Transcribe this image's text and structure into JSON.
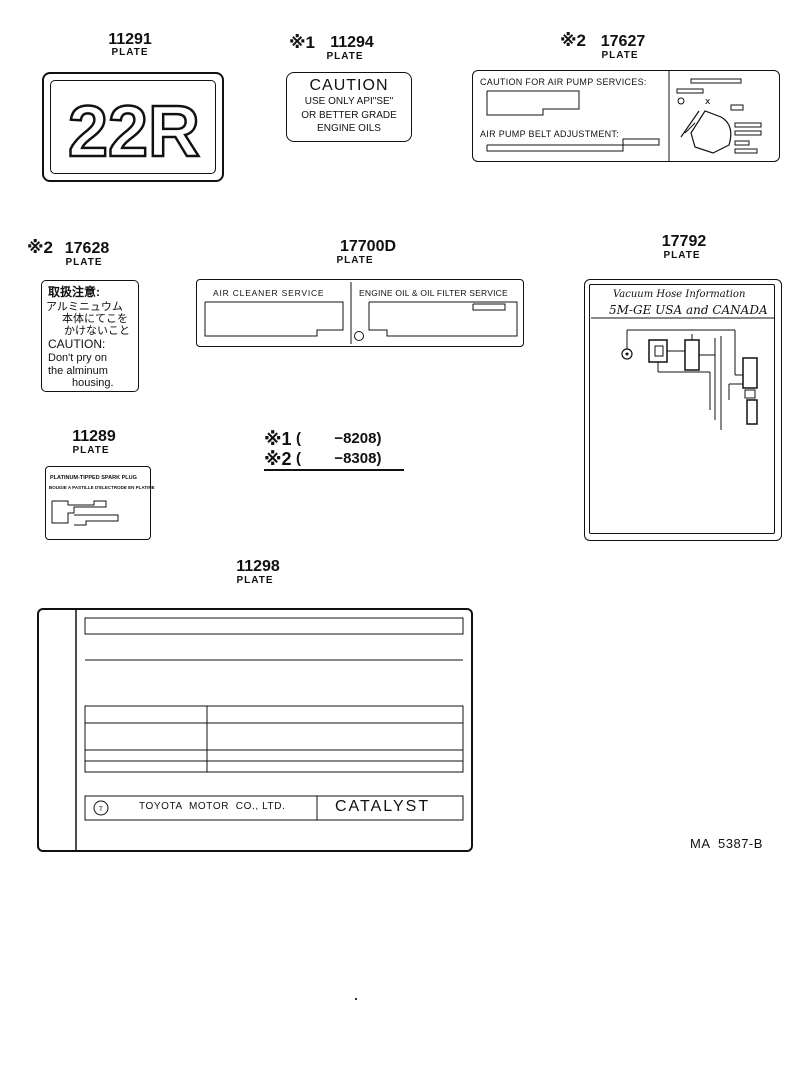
{
  "parts": {
    "p11291": {
      "number": "11291",
      "plate": "PLATE",
      "text": "22R"
    },
    "p11294": {
      "mark": "※1",
      "number": "11294",
      "plate": "PLATE",
      "title": "CAUTION",
      "line1": "USE ONLY API\"SE\"",
      "line2": "OR BETTER GRADE",
      "line3": "ENGINE OILS"
    },
    "p17627": {
      "mark": "※2",
      "number": "17627",
      "plate": "PLATE",
      "line1": "CAUTION FOR AIR PUMP SERVICES:",
      "line2": "AIR PUMP BELT ADJUSTMENT:"
    },
    "p17628": {
      "mark": "※2",
      "number": "17628",
      "plate": "PLATE",
      "jp1": "取扱注意:",
      "jp2": "アルミニュウム",
      "jp3": "本体にてこを",
      "jp4": "かけないこと",
      "en1": "CAUTION:",
      "en2": "Don't pry on",
      "en3": "the alminum",
      "en4": "housing."
    },
    "p17700D": {
      "number": "17700D",
      "plate": "PLATE",
      "left": "AIR CLEANER SERVICE",
      "right": "ENGINE OIL & OIL FILTER SERVICE"
    },
    "p17792": {
      "number": "17792",
      "plate": "PLATE",
      "line1": "Vacuum Hose Information",
      "line2": "5M-GE USA and CANADA"
    },
    "p11289": {
      "number": "11289",
      "plate": "PLATE",
      "line1": "PLATINUM-TIPPED SPARK PLUG",
      "line2": "BOUGIE A PASTILLE D'ELECTRODE EN PLATINE"
    },
    "p11298": {
      "number": "11298",
      "plate": "PLATE",
      "maker": "TOYOTA  MOTOR  CO., LTD.",
      "catalyst": "CATALYST"
    }
  },
  "notes": {
    "n1_mark": "※1",
    "n1_text": "(        −8208)",
    "n2_mark": "※2",
    "n2_text": "(        −8308)"
  },
  "figure_ref": "MA  5387-B"
}
